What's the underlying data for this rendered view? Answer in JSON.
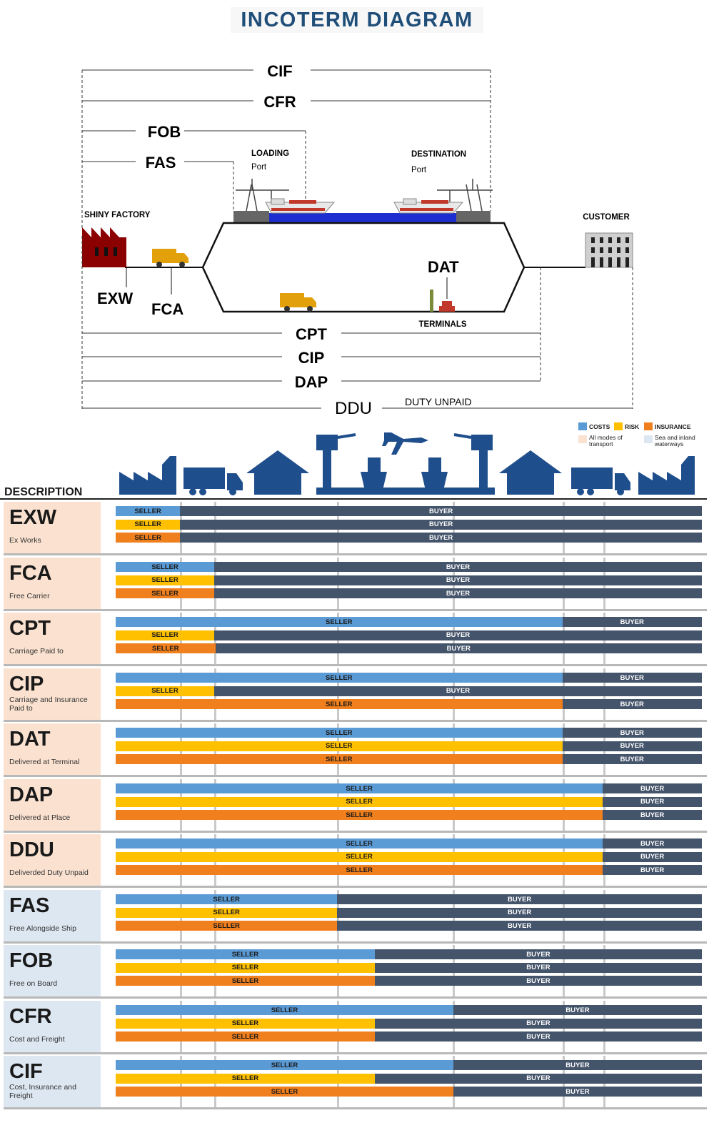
{
  "title": "INCOTERM DIAGRAM",
  "diagram": {
    "terms_top": [
      "CIF",
      "CFR",
      "FOB",
      "FAS"
    ],
    "terms_bottom": [
      "CPT",
      "CIP",
      "DAP",
      "DDU"
    ],
    "ddu_note": "DUTY UNPAID",
    "exw": "EXW",
    "fca": "FCA",
    "dat": "DAT",
    "factory": "SHINY FACTORY",
    "customer": "CUSTOMER",
    "loading_port": "LOADING",
    "loading_port_sub": "Port",
    "destination_port": "DESTINATION",
    "destination_port_sub": "Port",
    "terminals": "TERMINALS"
  },
  "legend": {
    "costs": "COSTS",
    "risk": "RISK",
    "insurance": "INSURANCE",
    "all_modes": "All modes of transport",
    "sea": "Sea and inland waterways"
  },
  "colors": {
    "costs": "#5b9bd5",
    "risk": "#ffc000",
    "insurance": "#f07f1e",
    "buyer": "#44546a",
    "all_modes_bg": "#fbe2d0",
    "sea_bg": "#dde7f1",
    "icon": "#1f4e8c"
  },
  "description_label": "DESCRIPTION",
  "seller_label": "SELLER",
  "buyer_label": "BUYER",
  "terms": [
    {
      "code": "EXW",
      "name": "Ex Works",
      "group": "all",
      "split": [
        0.11,
        0.11,
        0.11
      ]
    },
    {
      "code": "FCA",
      "name": "Free Carrier",
      "group": "all",
      "split": [
        0.168,
        0.168,
        0.168
      ]
    },
    {
      "code": "CPT",
      "name": "Carriage Paid to",
      "group": "all",
      "split": [
        0.762,
        0.168,
        0.17
      ]
    },
    {
      "code": "CIP",
      "name": "Carriage and Insurance Paid to",
      "group": "all",
      "split": [
        0.762,
        0.168,
        0.762
      ]
    },
    {
      "code": "DAT",
      "name": "Delivered at Terminal",
      "group": "all",
      "split": [
        0.762,
        0.762,
        0.762
      ]
    },
    {
      "code": "DAP",
      "name": "Delivered at Place",
      "group": "all",
      "split": [
        0.831,
        0.831,
        0.831
      ]
    },
    {
      "code": "DDU",
      "name": "Deliverded Duty Unpaid",
      "group": "all",
      "split": [
        0.831,
        0.831,
        0.831
      ]
    },
    {
      "code": "FAS",
      "name": "Free Alongside Ship",
      "group": "sea",
      "split": [
        0.378,
        0.378,
        0.378
      ]
    },
    {
      "code": "FOB",
      "name": "Free on Board",
      "group": "sea",
      "split": [
        0.442,
        0.442,
        0.442
      ]
    },
    {
      "code": "CFR",
      "name": "Cost and Freight",
      "group": "sea",
      "split": [
        0.576,
        0.442,
        0.442
      ]
    },
    {
      "code": "CIF",
      "name": "Cost, Insurance and Freight",
      "group": "sea",
      "split": [
        0.576,
        0.442,
        0.576
      ]
    }
  ]
}
